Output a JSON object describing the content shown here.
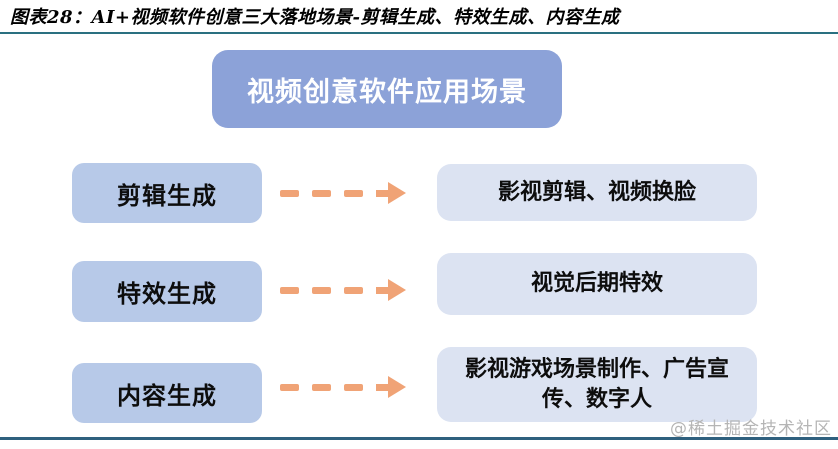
{
  "title": "图表28：AI+视频软件创意三大落地场景-剪辑生成、特效生成、内容生成",
  "diagram": {
    "header": "视频创意软件应用场景",
    "rows": [
      {
        "source": "剪辑生成",
        "target": "影视剪辑、视频换脸"
      },
      {
        "source": "特效生成",
        "target": "视觉后期特效"
      },
      {
        "source": "内容生成",
        "target": "影视游戏场景制作、广告宣传、数字人"
      }
    ]
  },
  "watermark": "@稀土掘金技术社区",
  "colors": {
    "header_box": "#8CA2D8",
    "source_box": "#B7C9E8",
    "target_box": "#DCE3F2",
    "arrow": "#F0A376",
    "top_rule": "#2A7080",
    "bottom_rule": "#2F607E",
    "header_text": "#FFFFFF",
    "body_text": "#0D0D0D",
    "watermark_text": "#B5B5B5"
  }
}
